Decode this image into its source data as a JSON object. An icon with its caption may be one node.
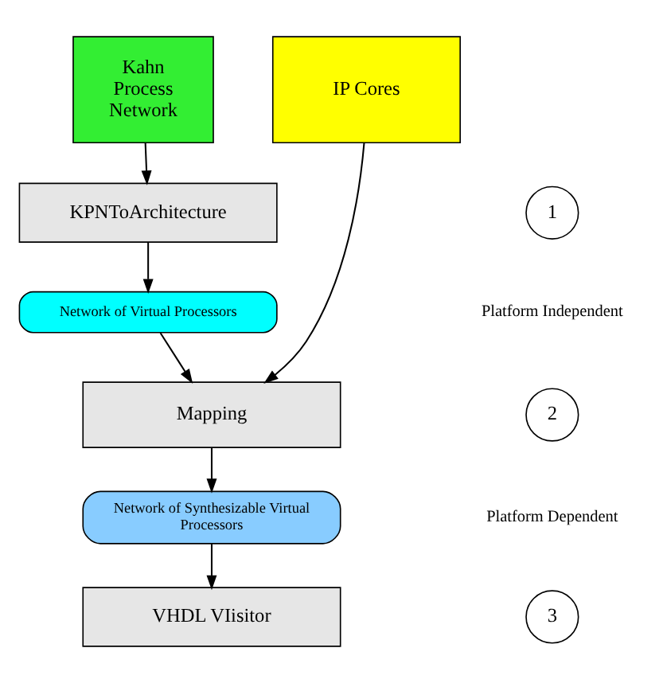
{
  "diagram": {
    "nodes": [
      {
        "text": [
          "IP Cores"
        ]
      },
      {
        "text": [
          "Kahn Process Network"
        ]
      },
      {
        "text": [
          "KPNToArchitecture"
        ]
      },
      {
        "text": [
          "Network of Virtual Processors"
        ]
      },
      {
        "text": [
          "Mapping"
        ]
      },
      {
        "text": [
          "Network of Synthesizable Virtual Processors"
        ]
      },
      {
        "text": [
          "VHDL VIisitor"
        ]
      },
      {
        "text": [
          "1"
        ]
      },
      {
        "text": [
          "2"
        ]
      },
      {
        "text": [
          "3"
        ]
      }
    ],
    "edges": [
      {
        "from": 1,
        "to": 2,
        "arrow": "to"
      },
      {
        "from": 2,
        "to": 3,
        "arrow": "to"
      },
      {
        "from": 3,
        "to": 4,
        "arrow": "to"
      },
      {
        "from": 0,
        "to": 4,
        "arrow": "to"
      },
      {
        "from": 4,
        "to": 5,
        "arrow": "to"
      },
      {
        "from": 5,
        "to": 6,
        "arrow": "to"
      }
    ],
    "labels": [
      "Platform Independent",
      "Platform Dependent"
    ]
  }
}
